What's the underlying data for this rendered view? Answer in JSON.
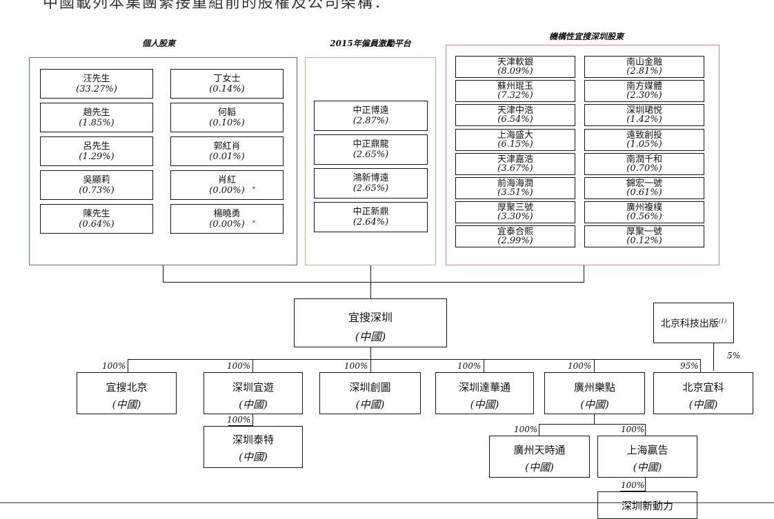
{
  "heading": "中國載列本集團緊接重組前的股權及公司架構：",
  "groups": {
    "individual": {
      "title": "個人股東",
      "color": "#4a6fa5",
      "holders": [
        {
          "name": "汪先生",
          "pct": "(33.27%)"
        },
        {
          "name": "丁女士",
          "pct": "(0.14%)"
        },
        {
          "name": "趙先生",
          "pct": "(1.85%)"
        },
        {
          "name": "何韜",
          "pct": "(0.10%)"
        },
        {
          "name": "呂先生",
          "pct": "(1.29%)"
        },
        {
          "name": "郭紅肖",
          "pct": "(0.01%)"
        },
        {
          "name": "吳顯莉",
          "pct": "(0.73%)"
        },
        {
          "name": "肖紅",
          "pct": "(0.00%)",
          "mark": "*"
        },
        {
          "name": "陳先生",
          "pct": "(0.64%)"
        },
        {
          "name": "楊曉勇",
          "pct": "(0.00%)",
          "mark": "*"
        }
      ]
    },
    "incentive": {
      "title": "2015年僱員激勵平台",
      "color": "#9bc48a",
      "holders": [
        {
          "name": "中正博遠",
          "pct": "(2.87%)"
        },
        {
          "name": "中正鼎龍",
          "pct": "(2.65%)"
        },
        {
          "name": "鴻新博遠",
          "pct": "(2.65%)"
        },
        {
          "name": "中正新鼎",
          "pct": "(2.64%)"
        }
      ]
    },
    "institutional": {
      "title": "機構性宜搜深圳股東",
      "color": "#e07aa8",
      "holders": [
        {
          "name": "天津軟銀",
          "pct": "(8.09%)"
        },
        {
          "name": "南山金融",
          "pct": "(2.81%)"
        },
        {
          "name": "蘇州琨玉",
          "pct": "(7.32%)"
        },
        {
          "name": "南方媒體",
          "pct": "(2.30%)"
        },
        {
          "name": "天津中浩",
          "pct": "(6.54%)"
        },
        {
          "name": "深圳珺悦",
          "pct": "(1.42%)"
        },
        {
          "name": "上海盛大",
          "pct": "(6.15%)"
        },
        {
          "name": "遠致創投",
          "pct": "(1.05%)"
        },
        {
          "name": "天津嘉浩",
          "pct": "(3.67%)"
        },
        {
          "name": "南潤千和",
          "pct": "(0.70%)"
        },
        {
          "name": "前海海潤",
          "pct": "(3.51%)"
        },
        {
          "name": "錦宏一號",
          "pct": "(0.61%)"
        },
        {
          "name": "厚聚三號",
          "pct": "(3.30%)"
        },
        {
          "name": "廣州複樸",
          "pct": "(0.56%)"
        },
        {
          "name": "宜泰合熙",
          "pct": "(2.99%)"
        },
        {
          "name": "厚聚一號",
          "pct": "(0.12%)"
        }
      ]
    }
  },
  "center": {
    "name": "宜搜深圳",
    "loc": "(中國)"
  },
  "publisher": {
    "name": "北京科技出版",
    "note": "(1)",
    "share": "5%"
  },
  "subsidiaries": [
    {
      "name": "宜搜北京",
      "loc": "(中國)",
      "share": "100%"
    },
    {
      "name": "深圳宜遊",
      "loc": "(中國)",
      "share": "100%"
    },
    {
      "name": "深圳創圖",
      "loc": "(中國)",
      "share": "100%"
    },
    {
      "name": "深圳達華通",
      "loc": "(中國)",
      "share": "100%"
    },
    {
      "name": "廣州樂點",
      "loc": "(中國)",
      "share": "100%"
    },
    {
      "name": "北京宜科",
      "loc": "(中國)",
      "share": "95%"
    }
  ],
  "second_level": [
    {
      "name": "深圳泰特",
      "loc": "(中國)",
      "share": "100%"
    },
    {
      "name": "廣州天時通",
      "loc": "(中國)",
      "share": "100%"
    },
    {
      "name": "上海贏告",
      "loc": "(中國)",
      "share": "100%"
    }
  ],
  "third_level": [
    {
      "name": "深圳新動力",
      "share": "100%"
    }
  ]
}
